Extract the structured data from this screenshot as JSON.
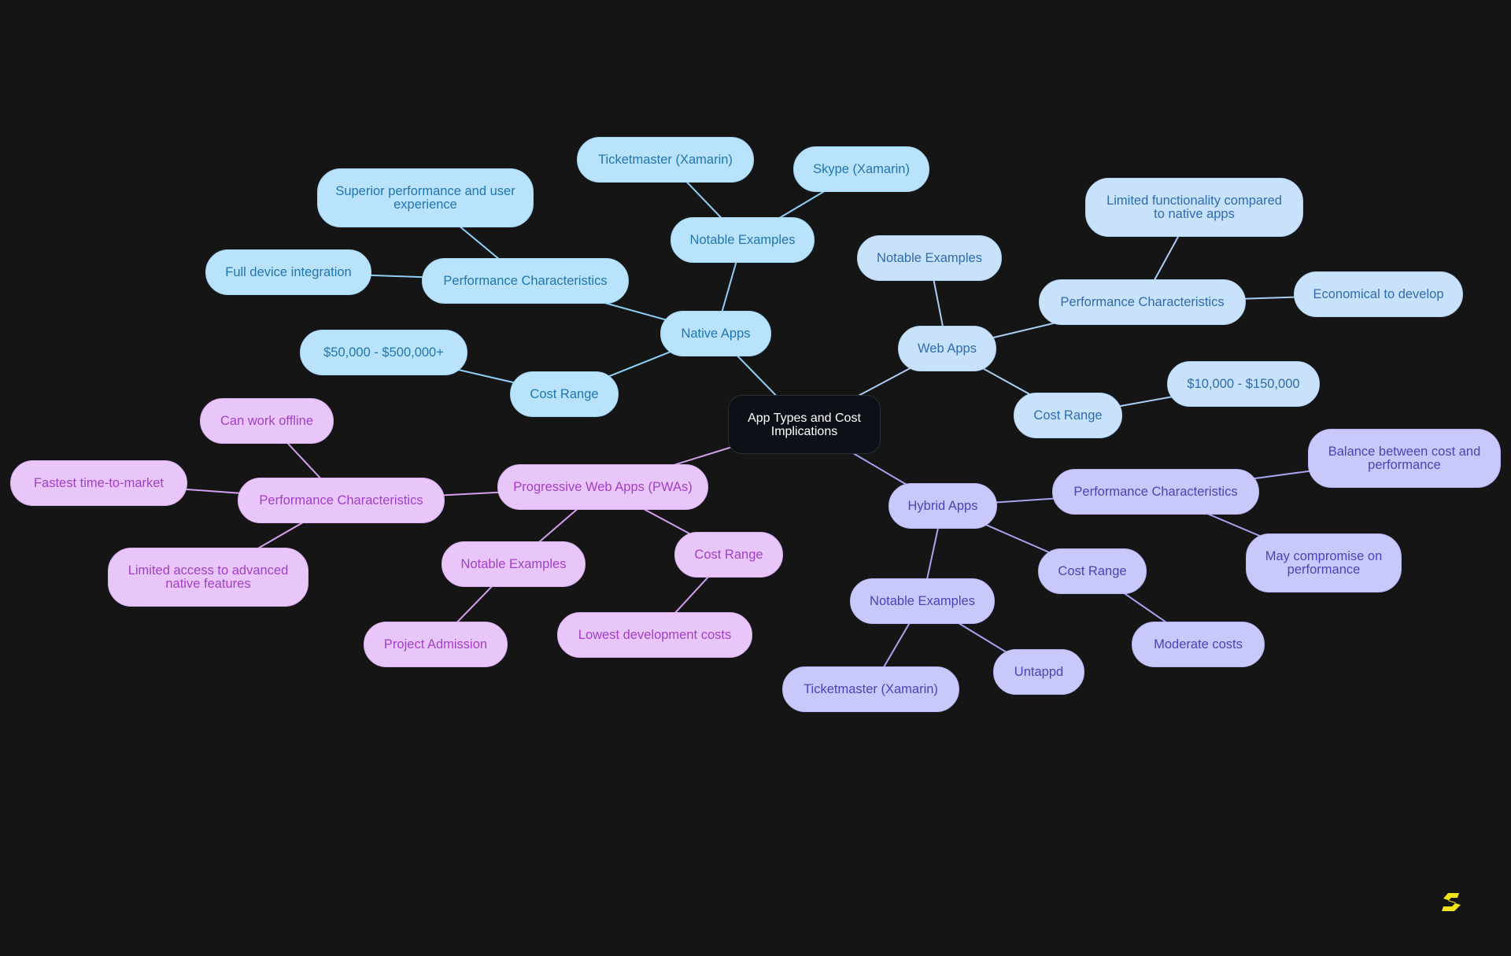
{
  "colors": {
    "background": "#151515",
    "native": "#b9e3fd",
    "web": "#c9e2fb",
    "hybrid": "#c9c8fb",
    "pwa": "#e8c6f9",
    "logo": "#f2e21b"
  },
  "logo": {
    "icon": "s-logo-icon"
  },
  "mindmap": {
    "root": "App Types and Cost Implications",
    "branches": {
      "native": {
        "label": "Native Apps",
        "examples_label": "Notable Examples",
        "example_1": "Ticketmaster (Xamarin)",
        "example_2": "Skype (Xamarin)",
        "performance_label": "Performance Characteristics",
        "performance_1": "Superior performance and user experience",
        "performance_2": "Full device integration",
        "cost_label": "Cost Range",
        "cost_value": "$50,000 - $500,000+"
      },
      "web": {
        "label": "Web Apps",
        "examples_label": "Notable Examples",
        "performance_label": "Performance Characteristics",
        "performance_1": "Limited functionality compared to native apps",
        "performance_2": "Economical to develop",
        "cost_label": "Cost Range",
        "cost_value": "$10,000 - $150,000"
      },
      "hybrid": {
        "label": "Hybrid Apps",
        "performance_label": "Performance Characteristics",
        "performance_1": "Balance between cost and performance",
        "performance_2": "May compromise on performance",
        "cost_label": "Cost Range",
        "cost_value": "Moderate costs",
        "examples_label": "Notable Examples",
        "example_1": "Ticketmaster (Xamarin)",
        "example_2": "Untappd"
      },
      "pwa": {
        "label": "Progressive Web Apps (PWAs)",
        "performance_label": "Performance Characteristics",
        "performance_1": "Can work offline",
        "performance_2": "Fastest time-to-market",
        "performance_3": "Limited access to advanced native features",
        "examples_label": "Notable Examples",
        "example_1": "Project Admission",
        "cost_label": "Cost Range",
        "cost_value": "Lowest development costs"
      }
    }
  }
}
